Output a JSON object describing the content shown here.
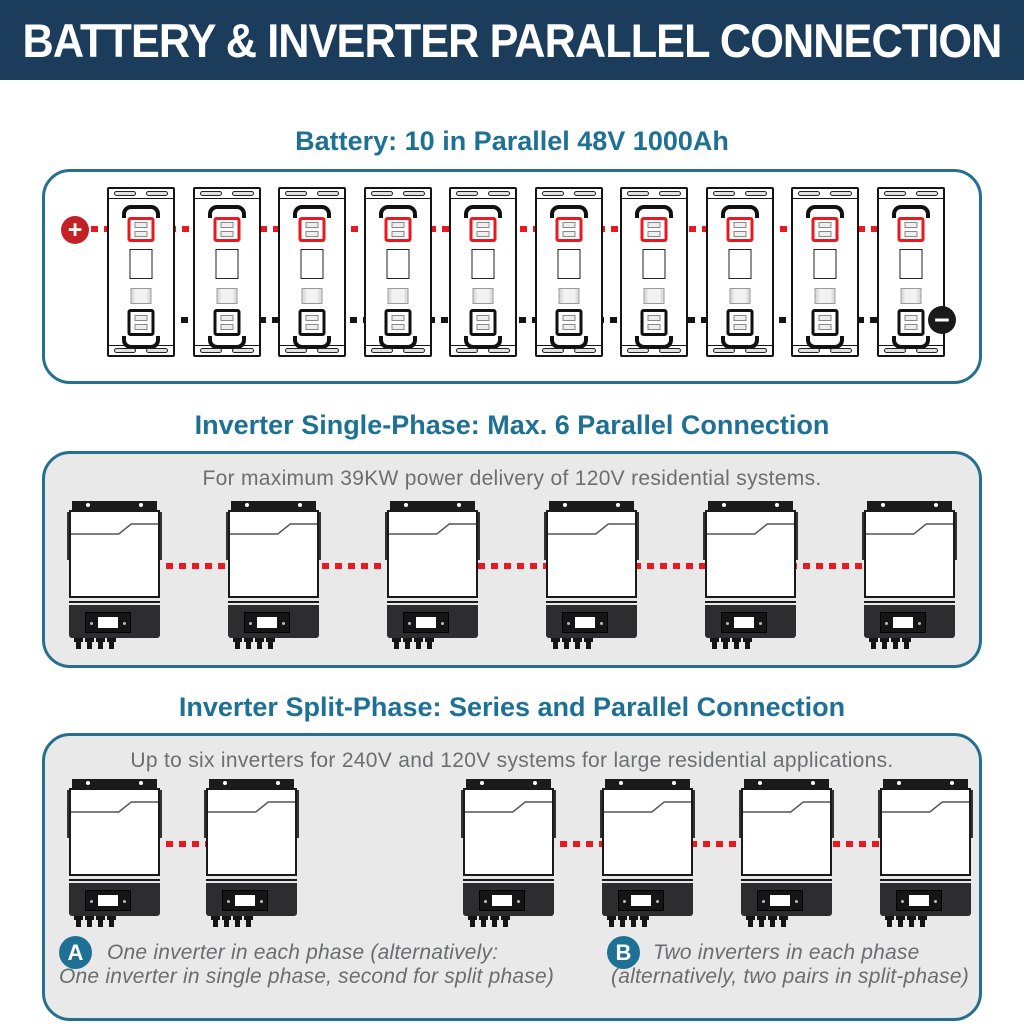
{
  "banner": {
    "title": "BATTERY & INVERTER PARALLEL CONNECTION"
  },
  "colors": {
    "banner_bg": "#1c3c5b",
    "heading_teal": "#1e7095",
    "box_border_teal": "#256f8f",
    "box_fill_gray": "#e9e9e9",
    "wire_red": "#e8191f",
    "wire_black": "#141414",
    "plus_circle_red": "#c42127",
    "caption_gray": "#6d6e70"
  },
  "battery_section": {
    "heading": "Battery: 10 in Parallel 48V 1000Ah",
    "battery_count": 10,
    "plus_symbol": "+",
    "minus_symbol": "−"
  },
  "single_phase_section": {
    "heading": "Inverter Single-Phase: Max. 6 Parallel Connection",
    "caption": "For maximum 39KW power delivery of 120V residential systems.",
    "inverter_count": 6
  },
  "split_phase_section": {
    "heading": "Inverter Split-Phase: Series and Parallel Connection",
    "caption": "Up to six inverters for 240V and 120V systems for large residential applications.",
    "group_a_count": 2,
    "group_b_count": 4,
    "legend_a": {
      "badge": "A",
      "line1": "One inverter in each phase (alternatively:",
      "line2": "One inverter in single phase, second for split phase)"
    },
    "legend_b": {
      "badge": "B",
      "line1": "Two inverters in each phase",
      "line2": "(alternatively, two pairs in split-phase)"
    }
  }
}
